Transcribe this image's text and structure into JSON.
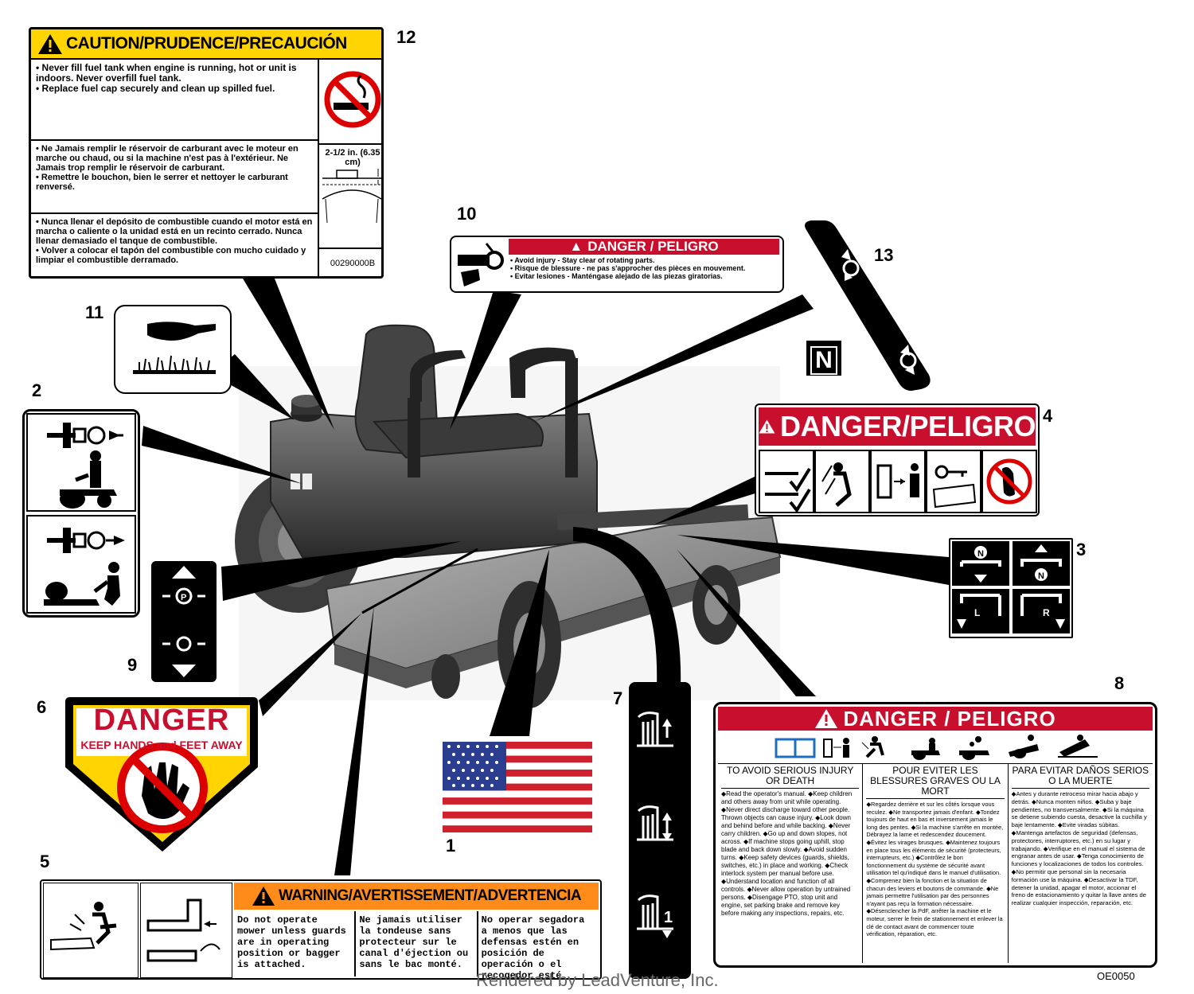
{
  "callouts": {
    "n1": "1",
    "n2": "2",
    "n3": "3",
    "n4": "4",
    "n5": "5",
    "n6": "6",
    "n7": "7",
    "n8": "8",
    "n9": "9",
    "n10": "10",
    "n11": "11",
    "n12": "12",
    "n13": "13"
  },
  "decal12": {
    "title": "CAUTION/PRUDENCE/PRECAUCIÓN",
    "en": [
      "• Never fill fuel tank when engine is running, hot or unit is indoors. Never overfill fuel tank.",
      "• Replace fuel cap securely and clean up spilled fuel."
    ],
    "fr": [
      "• Ne Jamais remplir le réservoir de carburant avec le moteur en marche ou chaud, ou si la machine n'est pas à l'extérieur. Ne Jamais trop remplir le réservoir de carburant.",
      "• Remettre le bouchon, bien le serrer et nettoyer le carburant renversé."
    ],
    "es": [
      "• Nunca llenar el depósito de combustible cuando el motor está en marcha o caliente o la unidad está en un recinto cerrado. Nunca llenar demasiado el tanque de combustible.",
      "• Volver a colocar el tapón del combustible con mucho cuidado y limpiar el combustible derramado."
    ],
    "fill_level": "2-1/2 in. (6.35 cm)",
    "part_no": "00290000B"
  },
  "decal10": {
    "title": "DANGER / PELIGRO",
    "lines": [
      "• Avoid injury - Stay clear of rotating parts.",
      "• Risque de blessure - ne pas s'approcher des pièces en mouvement.",
      "• Evitar lesiones - Manténgase alejado de las piezas giratorias."
    ]
  },
  "decal4": {
    "title": "DANGER/PELIGRO"
  },
  "decal6": {
    "title": "DANGER",
    "subtitle": "KEEP HANDS and FEET AWAY"
  },
  "decal5": {
    "title": "WARNING/AVERTISSEMENT/ADVERTENCIA",
    "en": "Do not operate mower unless guards are in operating position or bagger is attached.",
    "fr": "Ne jamais utiliser la tondeuse sans protecteur sur le canal d'éjection ou sans le bac monté.",
    "es": "No operar segadora a menos que las defensas estén en posición de operación o el recogedor esté listo."
  },
  "decal8": {
    "title": "DANGER / PELIGRO",
    "col_en_head": "TO AVOID SERIOUS INJURY OR DEATH",
    "col_fr_head": "POUR EVITER LES BLESSURES GRAVES OU LA MORT",
    "col_es_head": "PARA EVITAR DAÑOS SERIOS O LA MUERTE",
    "col_en": "◆Read the operator's manual. ◆Keep children and others away from unit while operating. ◆Never direct discharge toward other people. Thrown objects can cause injury. ◆Look down and behind before and while backing. ◆Never carry children. ◆Go up and down slopes, not across. ◆If machine stops going uphill, stop blade and back down slowly. ◆Avoid sudden turns. ◆Keep safety devices (guards, shields, switches, etc.) in place and working. ◆Check interlock system per manual before use. ◆Understand location and function of all controls. ◆Never allow operation by untrained persons. ◆Disengage PTO, stop unit and engine, set parking brake and remove key before making any inspections, repairs, etc.",
    "col_fr": "◆Regardez derrière et sur les côtés lorsque vous reculez. ◆Ne transportez jamais d'enfant. ◆Tondez toujours de haut en bas et inversement jamais le long des pentes. ◆Si la machine s'arrête en montée, Débrayez la lame et redescendez doucement. ◆Évitez les virages brusques. ◆Maintenez toujours en place tous les éléments de sécurité (protecteurs, interrupteurs, etc.) ◆Contrôlez le bon fonctionnement du système de sécurité avant utilisation tel qu'indiqué dans le manuel d'utilisation. ◆Comprenez bien la fonction et la situation de chacun des leviers et boutons de commande. ◆Ne jamais permettre l'utilisation par des personnes n'ayant pas reçu la formation nécessaire. ◆Désenclencher la PdF, arrêter la machine et le moteur, serrer le frein de stationnement et enlever la clé de contact avant de commencer toute vérification, réparation, etc.",
    "col_es": "◆Antes y durante retroceso mirar hacia abajo y detrás. ◆Nunca monten niños. ◆Suba y baje pendientes, no transversalmente. ◆Si la máquina se detiene subiendo cuesta, desactive la cuchilla y baje lentamente. ◆Evite viradas súbitas. ◆Mantenga artefactos de seguridad (defensas, protectores, interruptores, etc.) en su lugar y trabajando. ◆Verifique en el manual el sistema de engranar antes de usar. ◆Tenga conocimiento de funciones y localizaciones de todos los controles. ◆No permitir que personal sin la necesaria formación use la máquina. ◆Desactivar la TDF, detener la unidad, apagar el motor, accionar el freno de estacionamiento y quitar la llave antes de realizar cualquier inspección, reparación, etc."
  },
  "figure_code": "OE0050",
  "watermark": "Rendered by LeadVenture, Inc."
}
